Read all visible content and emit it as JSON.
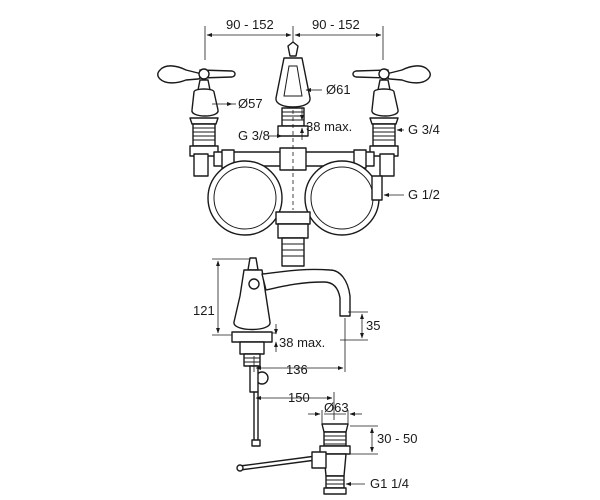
{
  "top_view": {
    "dims": {
      "spacing_left": "90 - 152",
      "spacing_right": "90 - 152",
      "handle_base_diameter": "Ø57",
      "spout_diameter": "Ø61",
      "spout_thread": "G 3/8",
      "spout_max_thickness": "38 max.",
      "valve_thread": "G 3/4",
      "hose_thread": "G 1/2"
    }
  },
  "side_view": {
    "dims": {
      "height": "121",
      "outlet_height": "35",
      "max_thickness": "38 max.",
      "reach": "136",
      "rod_offset": "150",
      "waste_diameter": "Ø63",
      "waste_range": "30 - 50",
      "waste_thread": "G1 1/4"
    }
  }
}
